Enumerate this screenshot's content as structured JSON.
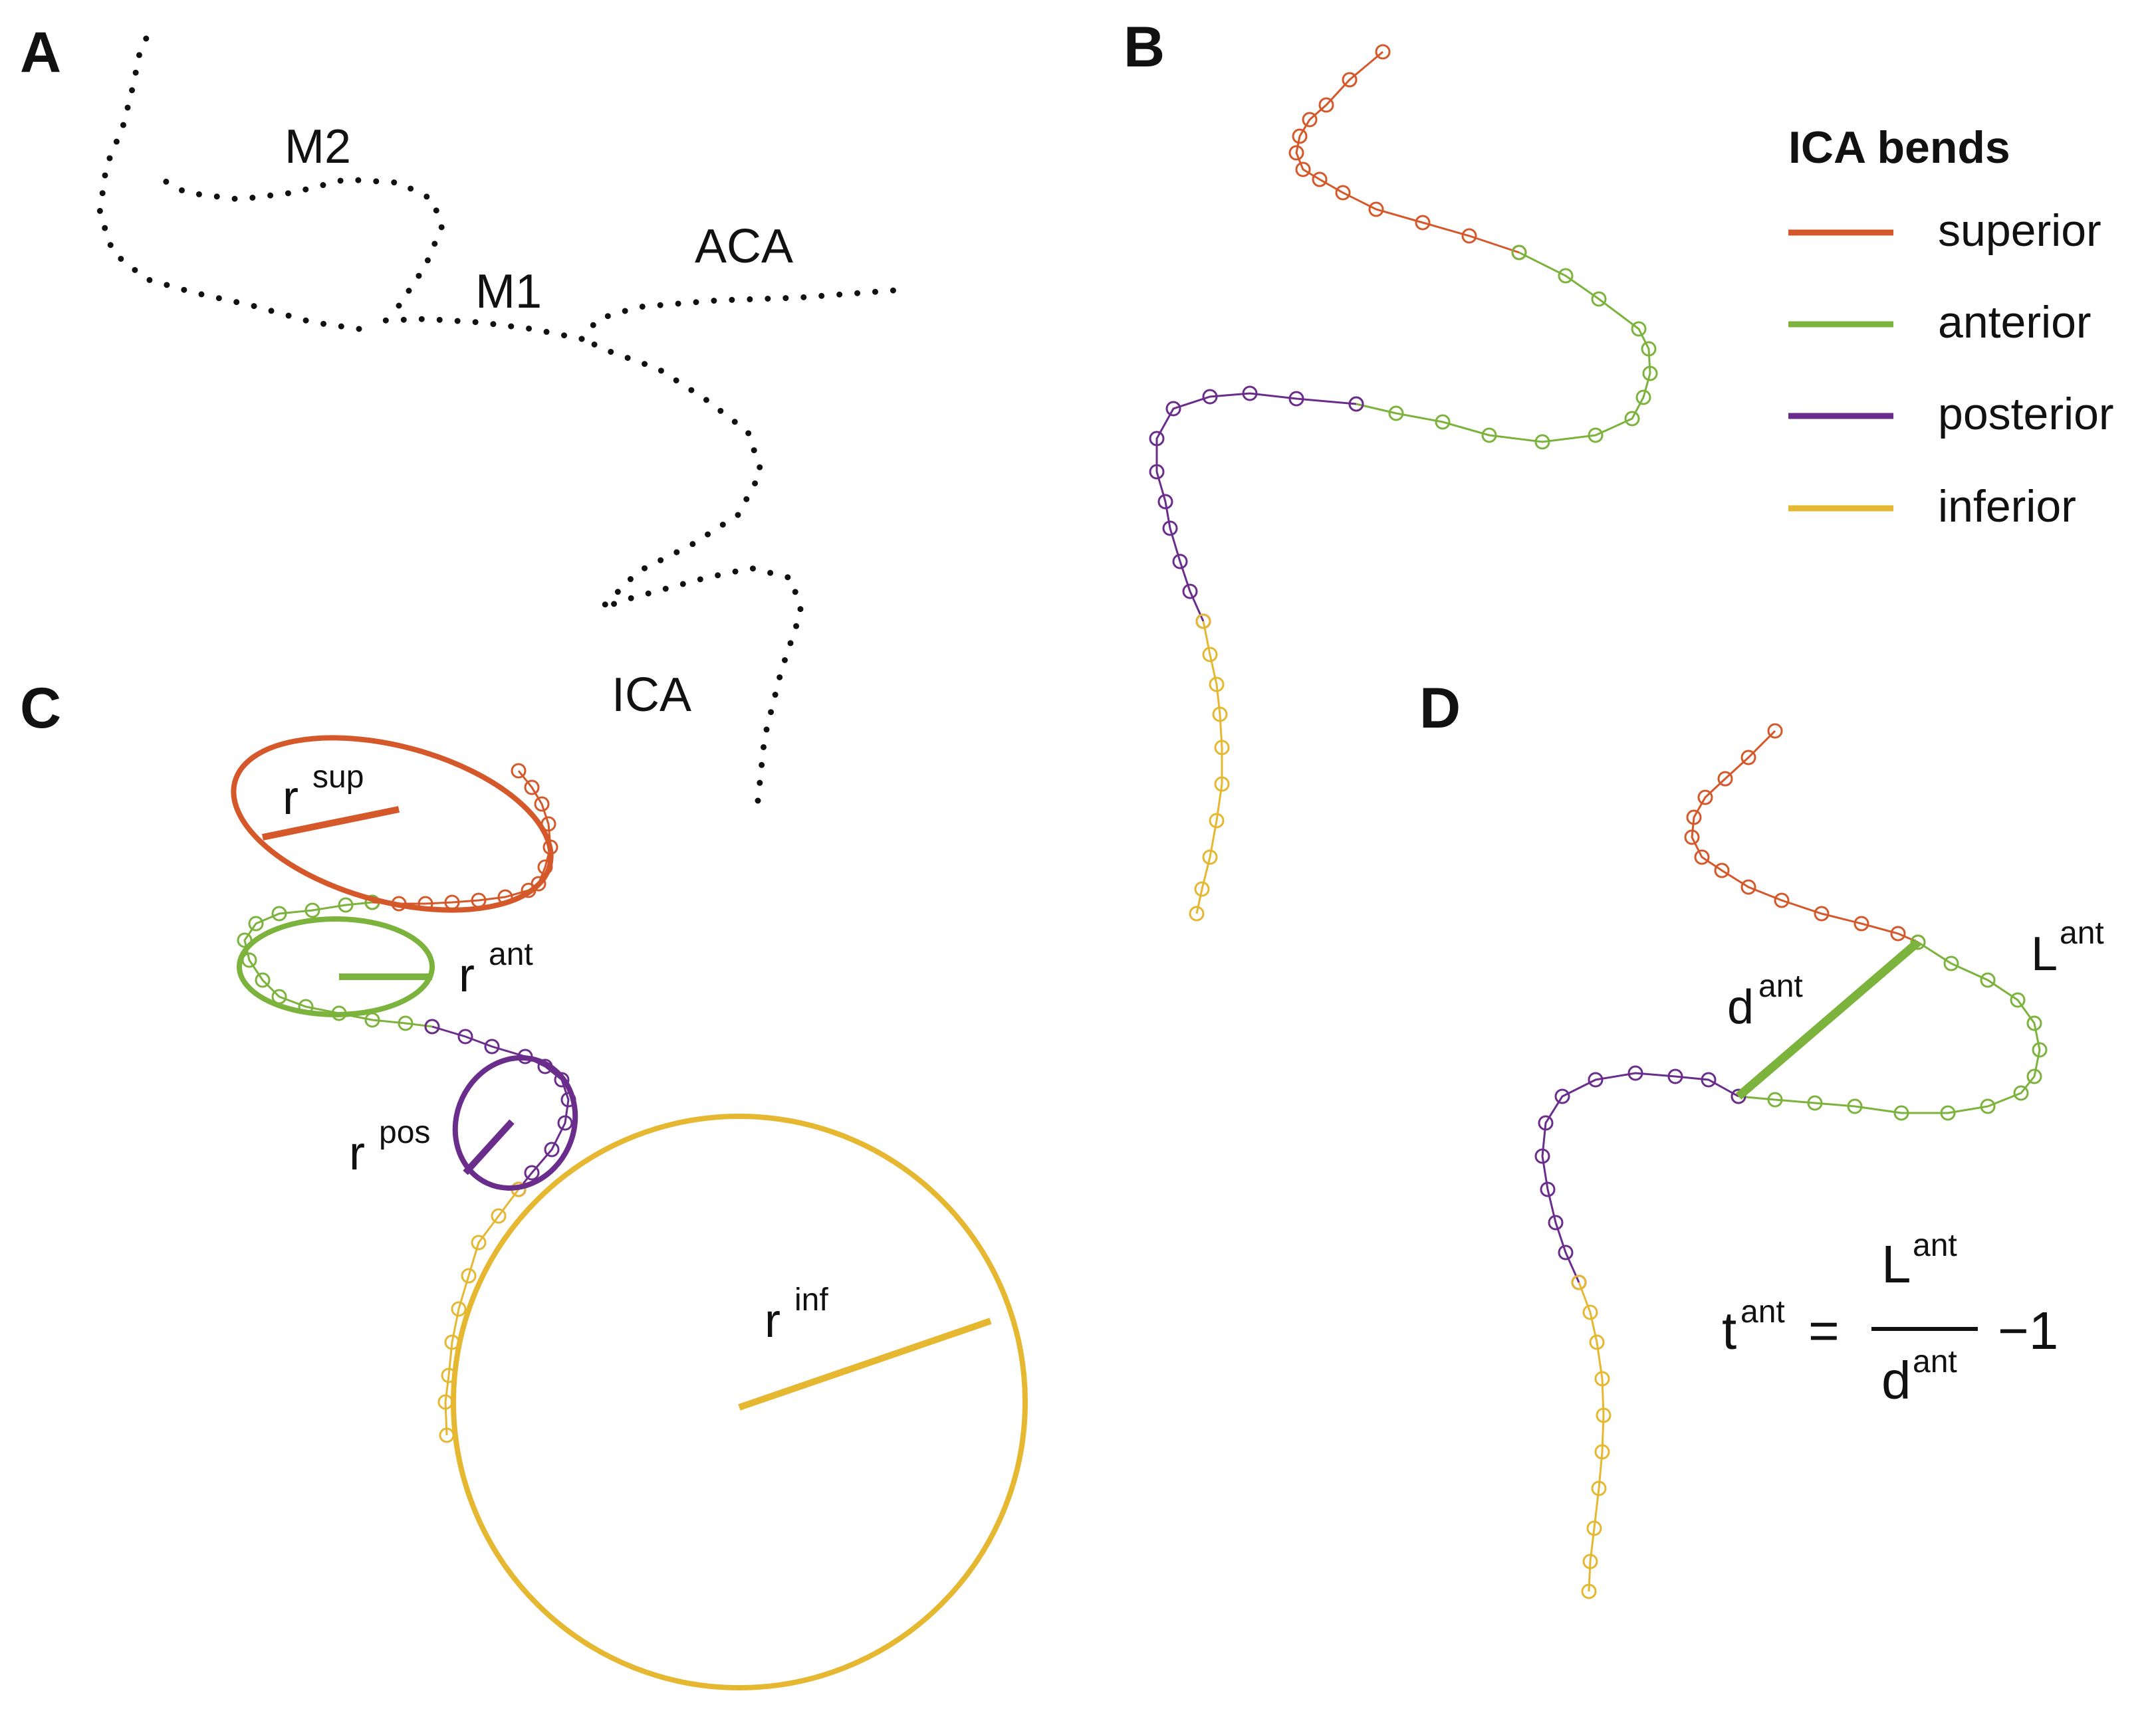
{
  "panels": {
    "a": "A",
    "b": "B",
    "c": "C",
    "d": "D"
  },
  "panel_a": {
    "labels": {
      "m2": "M2",
      "m1": "M1",
      "aca": "ACA",
      "ica": "ICA"
    }
  },
  "legend": {
    "title": "ICA bends",
    "items": [
      {
        "label": "superior",
        "color": "#D4582A"
      },
      {
        "label": "anterior",
        "color": "#7BB33C"
      },
      {
        "label": "posterior",
        "color": "#6A2D8C"
      },
      {
        "label": "inferior",
        "color": "#E6B730"
      }
    ]
  },
  "panel_c": {
    "radius_labels": [
      {
        "base": "r",
        "sup": "sup"
      },
      {
        "base": "r",
        "sup": "ant"
      },
      {
        "base": "r",
        "sup": "pos"
      },
      {
        "base": "r",
        "sup": "inf"
      }
    ]
  },
  "panel_d": {
    "length_label": {
      "base": "L",
      "sup": "ant"
    },
    "distance_label": {
      "base": "d",
      "sup": "ant"
    },
    "formula": {
      "lhs_base": "t",
      "lhs_sup": "ant",
      "equals": "=",
      "num_base": "L",
      "num_sup": "ant",
      "den_base": "d",
      "den_sup": "ant",
      "tail": "−1"
    }
  }
}
